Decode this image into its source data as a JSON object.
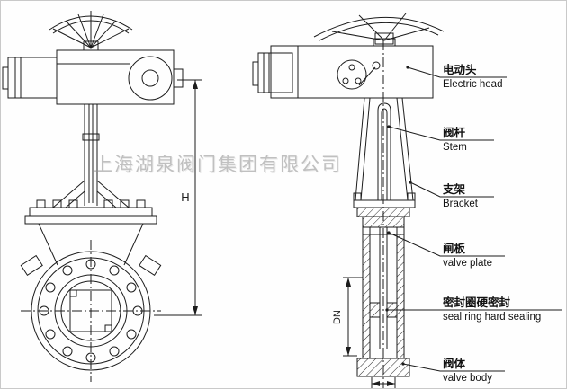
{
  "watermark": "上海湖泉阀门集团有限公司",
  "dimensions": {
    "height_label": "H",
    "bore_label": "DN"
  },
  "callouts": [
    {
      "cn": "电动头",
      "en": "Electric head"
    },
    {
      "cn": "阀杆",
      "en": "Stem"
    },
    {
      "cn": "支架",
      "en": "Bracket"
    },
    {
      "cn": "闸板",
      "en": "valve plate"
    },
    {
      "cn": "密封圈硬密封",
      "en": "seal ring hard sealing"
    },
    {
      "cn": "阀体",
      "en": "valve body"
    }
  ]
}
